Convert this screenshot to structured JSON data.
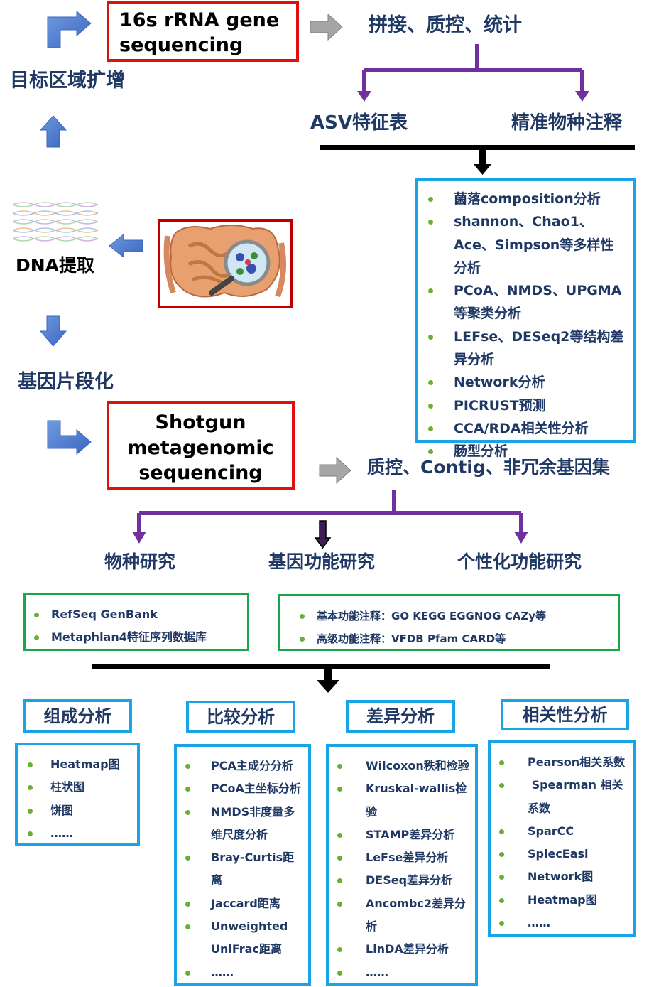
{
  "amplicon": {
    "seq_title": "16s rRNA gene\nsequencing",
    "target_amp": "目标区域扩增",
    "qc_stats": "拼接、质控、统计",
    "asv_table": "ASV特征表",
    "species_anno": "精准物种注释",
    "analyses": [
      "菌落composition分析",
      "shannon、Chao1、Ace、Simpson等多样性分析",
      "PCoA、NMDS、UPGMA等聚类分析",
      "LEFse、DESeq2等结构差异分析",
      "Network分析",
      "PICRUST预测",
      "CCA/RDA相关性分析",
      "肠型分析"
    ]
  },
  "dna_extract": "DNA提取",
  "gene_frag": "基因片段化",
  "shotgun": {
    "seq_title": "Shotgun\nmetagenomic\nsequencing",
    "qc_contig": "质控、Contig、非冗余基因集",
    "species_study": "物种研究",
    "gene_func": "基因功能研究",
    "custom_func": "个性化功能研究",
    "species_db": [
      "RefSeq GenBank",
      "Metaphlan4特征序列数据库"
    ],
    "func_db": [
      "基本功能注释：GO KEGG EGGNOG CAZy等",
      "高级功能注释：VFDB Pfam CARD等"
    ]
  },
  "categories": [
    {
      "title": "组成分析",
      "items": [
        "Heatmap图",
        "柱状图",
        "饼图",
        "……"
      ]
    },
    {
      "title": "比较分析",
      "items": [
        "PCA主成分分析",
        "PCoA主坐标分析",
        "NMDS非度量多维尺度分析",
        "Bray-Curtis距离",
        "Jaccard距离",
        "Unweighted UniFrac距离",
        "……"
      ]
    },
    {
      "title": "差异分析",
      "items": [
        "Wilcoxon秩和检验",
        "Kruskal-wallis检验",
        "STAMP差异分析",
        "LeFse差异分析",
        "DESeq差异分析",
        "Ancombc2差异分析",
        "LinDA差异分析",
        "……"
      ]
    },
    {
      "title": "相关性分析",
      "items": [
        "Pearson相关系数",
        " Spearman 相关系数",
        "SparCC",
        "SpiecEasi",
        "Network图",
        "Heatmap图",
        "……"
      ]
    }
  ],
  "colors": {
    "red": "#e01010",
    "blue_border": "#1aa3e6",
    "green_border": "#1aa64a",
    "purple": "#7030a0",
    "arrow_blue": "#4472c4",
    "arrow_grey": "#a6a6a6",
    "text_navy": "#1f3864",
    "bullet_green": "#66b032"
  }
}
